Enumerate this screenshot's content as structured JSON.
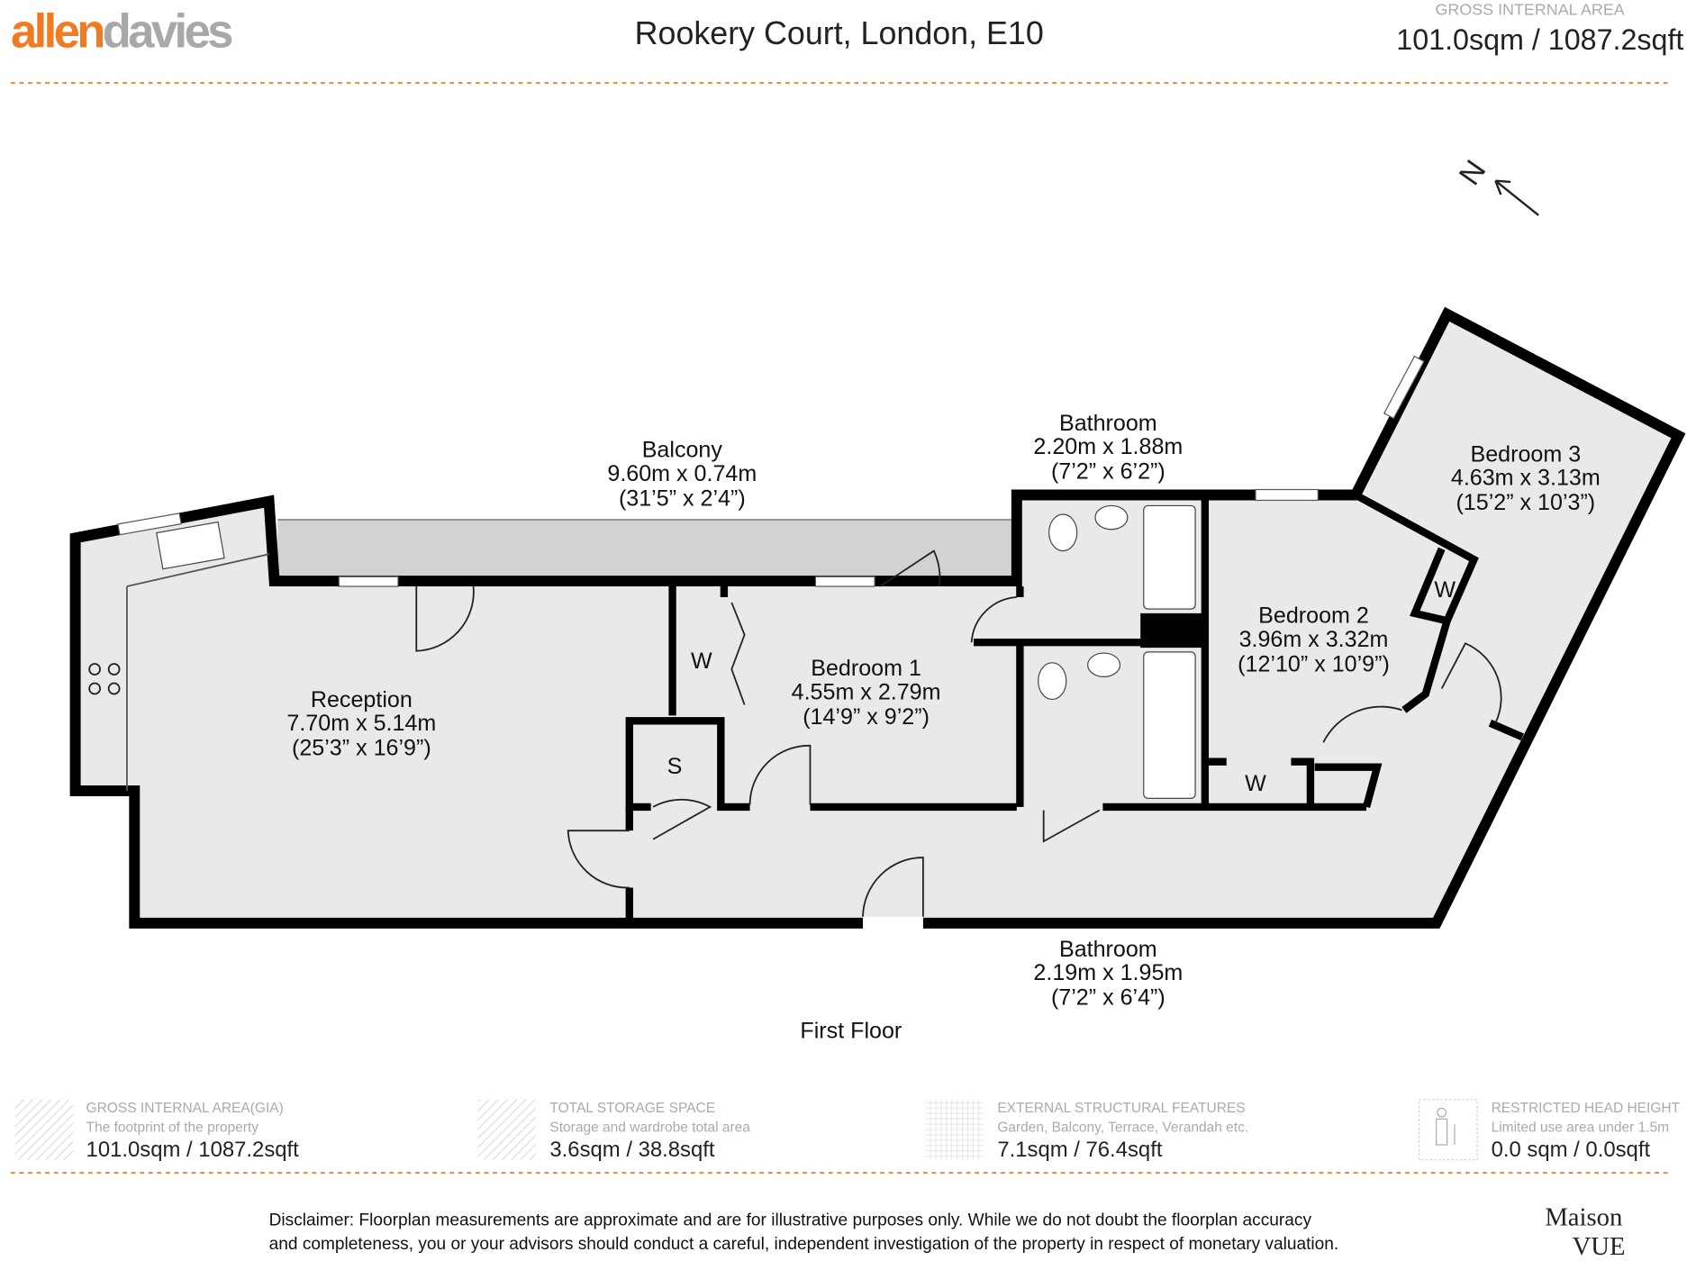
{
  "header": {
    "logo": {
      "part1": "allen",
      "part2": "davies",
      "color1": "#f07b22",
      "color2": "#a8a8a8"
    },
    "title": "Rookery Court, London, E10",
    "gia_label": "GROSS INTERNAL AREA",
    "gia_value": "101.0sqm / 1087.2sqft"
  },
  "plan": {
    "compass": "N",
    "floor_label": "First Floor",
    "rooms": [
      {
        "name": "Balcony",
        "metric": "9.60m x 0.74m",
        "imperial": "(31’5” x 2’4”)"
      },
      {
        "name": "Bathroom",
        "metric": "2.20m x 1.88m",
        "imperial": "(7’2” x 6’2”)"
      },
      {
        "name": "Bedroom 3",
        "metric": "4.63m x 3.13m",
        "imperial": "(15’2” x 10’3”)"
      },
      {
        "name": "Bedroom 2",
        "metric": "3.96m x 3.32m",
        "imperial": "(12’10” x 10’9”)"
      },
      {
        "name": "Bedroom 1",
        "metric": "4.55m x 2.79m",
        "imperial": "(14’9” x 9’2”)"
      },
      {
        "name": "Reception",
        "metric": "7.70m x 5.14m",
        "imperial": "(25’3” x 16’9”)"
      },
      {
        "name": "Bathroom",
        "metric": "2.19m x 1.95m",
        "imperial": "(7’2” x 6’4”)"
      }
    ],
    "marks": {
      "w1": "W",
      "w2": "W",
      "w3": "W",
      "s": "S"
    }
  },
  "legend": [
    {
      "title": "GROSS INTERNAL AREA(GIA)",
      "desc": "The footprint of the property",
      "value": "101.0sqm / 1087.2sqft"
    },
    {
      "title": "TOTAL STORAGE SPACE",
      "desc": "Storage and wardrobe total area",
      "value": "3.6sqm / 38.8sqft"
    },
    {
      "title": "EXTERNAL STRUCTURAL FEATURES",
      "desc": "Garden, Balcony, Terrace, Verandah etc.",
      "value": "7.1sqm / 76.4sqft"
    },
    {
      "title": "RESTRICTED HEAD HEIGHT",
      "desc": "Limited use area under 1.5m",
      "value": "0.0 sqm / 0.0sqft"
    }
  ],
  "disclaimer": {
    "line1": "Disclaimer: Floorplan measurements are approximate and are for illustrative purposes only. While we do not doubt the floorplan accuracy",
    "line2": "and completeness, you or your advisors should conduct a careful, independent investigation of the property in respect of monetary valuation."
  },
  "brand": {
    "line1": "Maison",
    "line2": "VUE"
  },
  "colors": {
    "accent": "#f07b22",
    "floor": "#e8e9ea",
    "balcony": "#d0d2d3"
  }
}
